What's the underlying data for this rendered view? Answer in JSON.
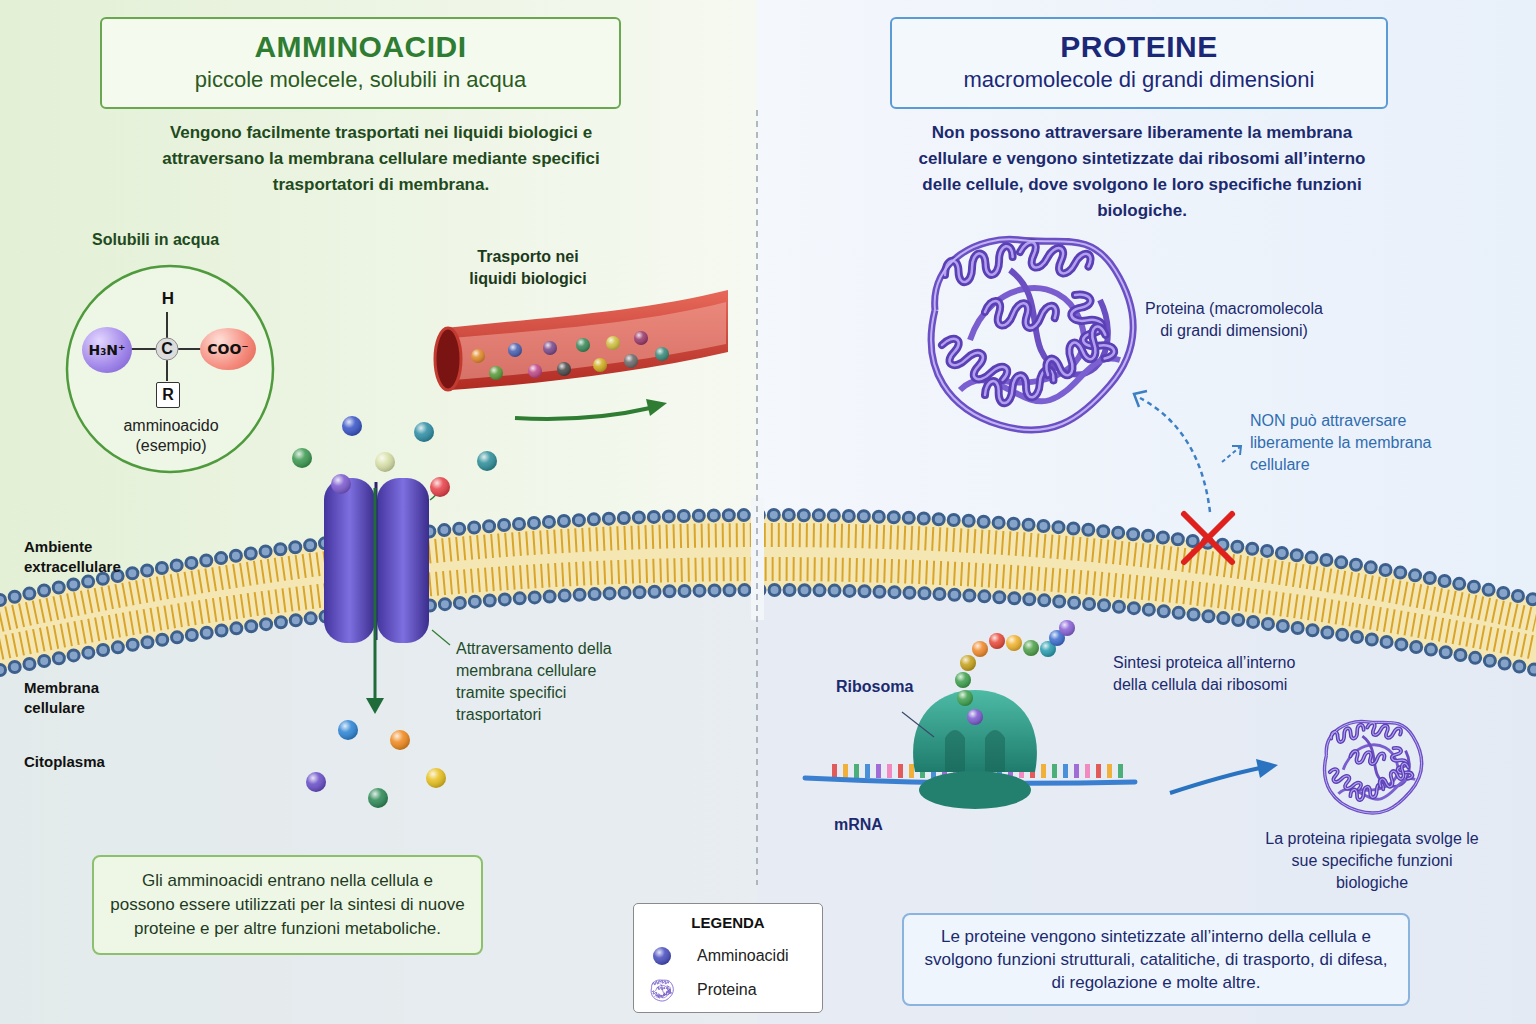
{
  "diagram": {
    "nodes": [
      {
        "text": [
          "AMMINOACIDI",
          "piccole molecele, solubili in acqua"
        ]
      },
      {
        "text": [
          "Solubili in acqua",
          "amminoacido (esempio)"
        ]
      },
      {
        "text": [
          "H₃N⁺"
        ],
        "in": 1
      },
      {
        "text": [
          "COO⁻"
        ],
        "in": 1
      },
      {
        "text": [
          "R"
        ],
        "in": 1
      },
      {
        "text": [
          "Gli amminoacidi entrano nella cellula e possono essere utilizzati per la sintesi di nuove proteine e per altre funzioni metaboliche."
        ]
      },
      {
        "text": [
          "PROTEINE",
          "macromolecole di grandi dimensioni"
        ]
      },
      {
        "text": [
          "Le proteine vengono sintetizzate all’interno della cellula e svolgono funzioni strutturali, catalitiche, di trasporto, di difesa, di regolazione e molte altre."
        ]
      }
    ],
    "labels": [
      "Vengono facilmente trasportati nei liquidi biologici e attraversano la membrana cellulare mediante specifici trasportatori di membrana.",
      "H",
      "C",
      "Trasporto nei liquidi biologici",
      "Ambiente extracellulare",
      "Membrana cellulare",
      "Citoplasma",
      "Attraversamento della membrana cellulare tramite specifici trasportatori",
      "Non possono attraversare liberamente la membrana cellulare e vengono sintetizzate dai ribosomi all’interno delle cellule, dove svolgono le loro specifiche funzioni biologiche.",
      "Proteina (macromolecola di grandi dimensioni)",
      "NON può attraversare liberamente la membrana cellulare",
      "Ribosoma",
      "Sintesi proteica all’interno della cellula dai ribosomi",
      "mRNA",
      "La proteina ripiegata svolge le sue specifiche funzioni biologiche",
      "LEGENDA"
    ],
    "legend": [
      {
        "text": "Amminoacidi"
      },
      {
        "text": "Proteina"
      }
    ]
  }
}
